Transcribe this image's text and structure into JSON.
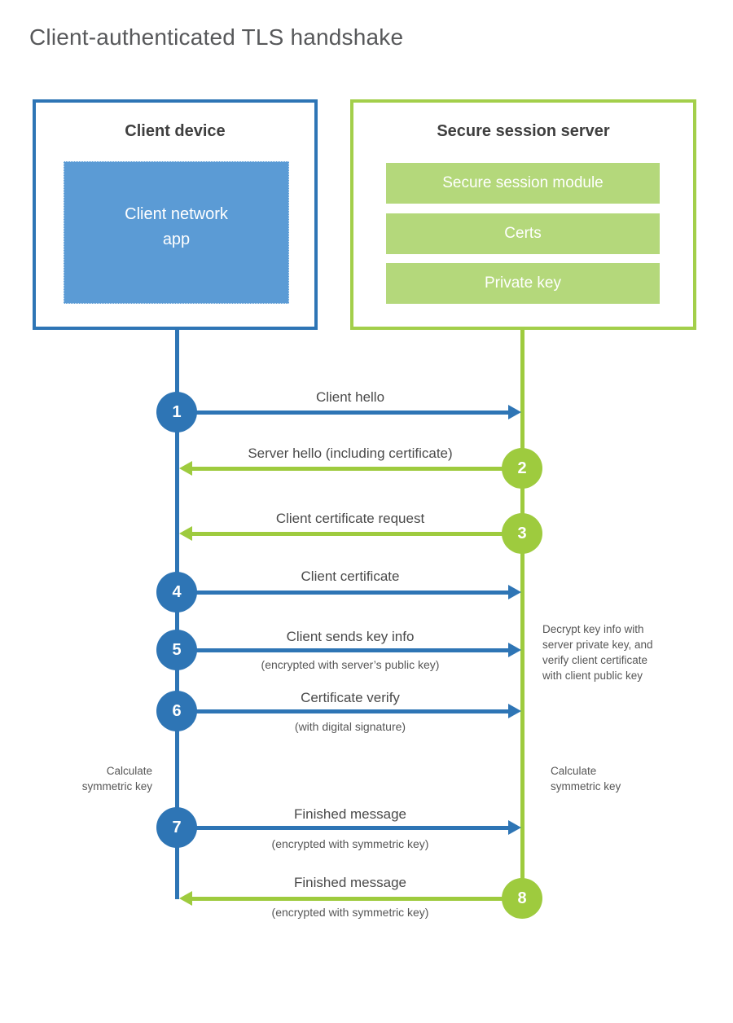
{
  "title": "Client-authenticated TLS handshake",
  "palette": {
    "blue_accent": "#2e75b5",
    "blue_fill": "#5b9bd5",
    "green_accent": "#9ecb3e",
    "green_fill": "#b4d87b",
    "heading_text": "#3f3f3f",
    "body_text": "#4a4a4a"
  },
  "client": {
    "title": "Client device",
    "app_label": "Client network\napp"
  },
  "server": {
    "title": "Secure session server",
    "modules": [
      "Secure session module",
      "Certs",
      "Private key"
    ]
  },
  "messages": [
    {
      "num": "1",
      "label": "Client hello",
      "from": "client"
    },
    {
      "num": "2",
      "label": "Server hello (including certificate)",
      "from": "server"
    },
    {
      "num": "3",
      "label": "Client certificate request",
      "from": "server"
    },
    {
      "num": "4",
      "label": "Client certificate",
      "from": "client"
    },
    {
      "num": "5",
      "label": "Client sends key info",
      "sub": "(encrypted with server’s public key)",
      "from": "client"
    },
    {
      "num": "6",
      "label": "Certificate verify",
      "sub": "(with digital signature)",
      "from": "client"
    },
    {
      "num": "7",
      "label": "Finished message",
      "sub": "(encrypted with symmetric key)",
      "from": "client"
    },
    {
      "num": "8",
      "label": "Finished message",
      "sub": "(encrypted with symmetric key)",
      "from": "server"
    }
  ],
  "notes": {
    "decrypt": "Decrypt key info with\nserver private key, and\nverify client certificate\nwith client public key",
    "calc_left": "Calculate\nsymmetric key",
    "calc_right": "Calculate\nsymmetric key"
  }
}
